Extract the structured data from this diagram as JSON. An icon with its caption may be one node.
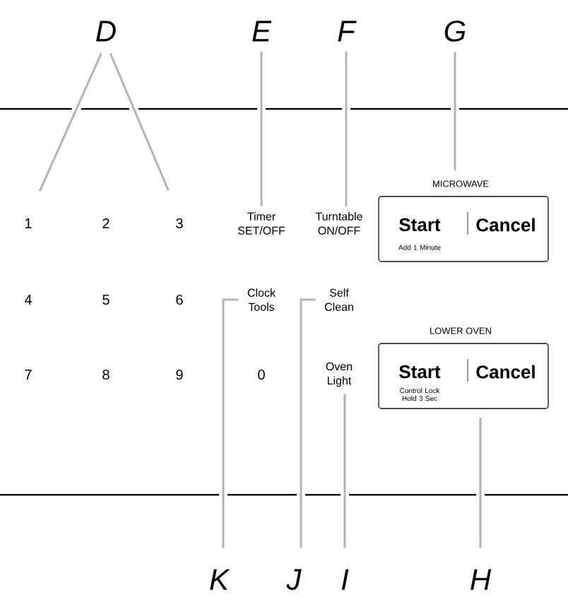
{
  "diagram": {
    "nodes": [
      {
        "text": [
          "D"
        ]
      },
      {
        "text": [
          "E"
        ]
      },
      {
        "text": [
          "F"
        ]
      },
      {
        "text": [
          "G"
        ]
      },
      {
        "text": [
          "1"
        ]
      },
      {
        "text": [
          "3"
        ]
      },
      {
        "text": [
          "Timer",
          "SET/OFF"
        ]
      },
      {
        "text": [
          "Turntable",
          "ON/OFF"
        ]
      },
      {
        "text": [
          "MICROWAVE",
          "Start",
          "Cancel",
          "Add 1 Minute"
        ]
      },
      {
        "text": [
          "Clock",
          "Tools"
        ]
      },
      {
        "text": [
          "Self",
          "Clean"
        ]
      },
      {
        "text": [
          "LOWER OVEN",
          "Start",
          "Cancel",
          "Control Lock Hold 3 Sec"
        ]
      },
      {
        "text": [
          "Oven",
          "Light"
        ]
      },
      {
        "text": [
          "K"
        ]
      },
      {
        "text": [
          "J"
        ]
      },
      {
        "text": [
          "I"
        ]
      },
      {
        "text": [
          "H"
        ]
      }
    ],
    "edges": [
      {
        "from": 0,
        "to": 4,
        "arrow": "none"
      },
      {
        "from": 0,
        "to": 5,
        "arrow": "none"
      },
      {
        "from": 1,
        "to": 6,
        "arrow": "none"
      },
      {
        "from": 2,
        "to": 7,
        "arrow": "none"
      },
      {
        "from": 3,
        "to": 8,
        "arrow": "none"
      },
      {
        "from": 13,
        "to": 9,
        "arrow": "none"
      },
      {
        "from": 14,
        "to": 10,
        "arrow": "none"
      },
      {
        "from": 15,
        "to": 12,
        "arrow": "none"
      },
      {
        "from": 16,
        "to": 11,
        "arrow": "none"
      }
    ],
    "labels": [
      "2",
      "4",
      "5",
      "6",
      "7",
      "8",
      "9",
      "0"
    ]
  }
}
